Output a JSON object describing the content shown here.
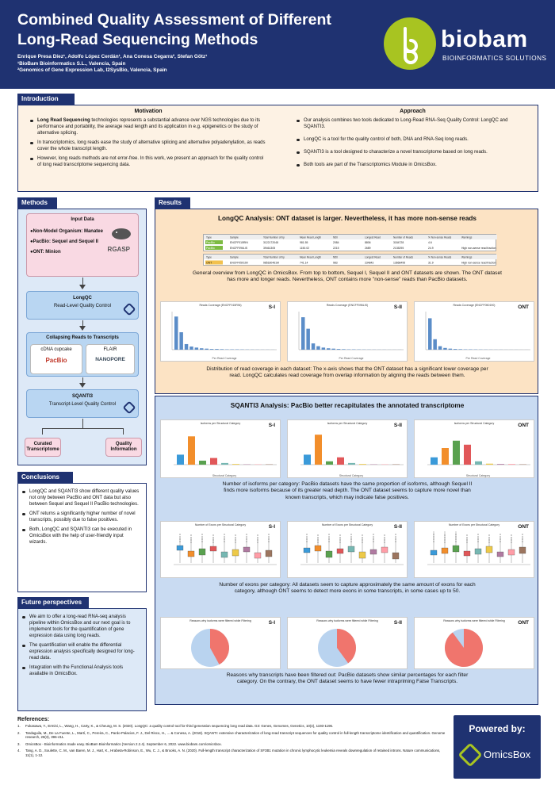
{
  "header": {
    "title_line1": "Combined Quality Assessment of Different",
    "title_line2": "Long-Read Sequencing Methods",
    "authors": "Enrique Presa Díez¹, Adolfo López Cerdán¹, Ana Conesa Cegarra², Stefan Götz¹",
    "affiliation1": "¹BioBam Bioinformatics S.L., Valencia, Spain",
    "affiliation2": "²Genomics of Gene Expression Lab, I2SysBio, Valencia, Spain",
    "logo_word": "biobam",
    "logo_sub": "BIOINFORMATICS SOLUTIONS"
  },
  "introduction": {
    "tab": "Introduction",
    "motivation_title": "Motivation",
    "motivation": [
      {
        "b": "Long Read Sequencing",
        "t": " technologies represents a substantial advance over NGS technologies due to its performance and portability, the average read length and its application in e.g. epigenetics or the study of alternative splicing."
      },
      {
        "b": "",
        "t": "In transcriptomics, long reads ease the study of alternative splicing and alternative polyadenylation, as reads cover the whole transcript length."
      },
      {
        "b": "",
        "t": "However, long reads methods are not error-free. In this work, we present an approach for the quality control of long read transcriptome sequencing data."
      }
    ],
    "approach_title": "Approach",
    "approach": [
      "Our analysis combines two tools dedicated to Long-Read RNA-Seq Quality Control: LongQC and SQANTI3.",
      "LongQC is a tool for the quality control of both, DNA and RNA-Seq long reads.",
      "SQANTI3 is a tool designed to characterize a novel transcriptome based on long reads.",
      "Both tools are part of the Transcriptomics Module in OmicsBox."
    ]
  },
  "methods": {
    "tab": "Methods",
    "input_title": "Input Data",
    "input_items": [
      "●Non-Model Organism: Manatee",
      "●PacBio: Sequel and Sequel II",
      "●ONT: Minion"
    ],
    "rgasp": "RGASP",
    "longqc_title": "LongQC",
    "longqc_sub": "Read-Level Quality Control",
    "collapse_title": "Collapsing Reads to Transcripts",
    "cdna": "cDNA cupcake",
    "pacbio": "PacBio",
    "flair": "FLAIR",
    "nanopore": "NANOPORE",
    "sqanti_title": "SQANTI3",
    "sqanti_sub": "Transcript-Level Quality Control",
    "curated": "Curated Transcriptome",
    "quality": "Quality Information"
  },
  "conclusions": {
    "tab": "Conclusions",
    "items": [
      "LongQC and SQANTI3 show different quality values not only between PacBio and ONT data but also between Sequel and Sequel II PacBio technologies.",
      "ONT returns a significantly higher number of novel transcripts, possibly due to false positives.",
      "Both, LongQC and SQANTI3 can be executed in OmicsBox with the help of user-friendly input wizards."
    ]
  },
  "future": {
    "tab": "Future perspectives",
    "items": [
      "We aim to offer a long-read RNA-seq analysis pipeline within OmicsBox and our next goal is to implement tools for the quantification of gene expression data using long reads.",
      "The quantification will enable the differential expression analysis specifically designed for long-read data.",
      "Integration with the Functional Analysis tools available in OmicsBox."
    ]
  },
  "results": {
    "tab": "Results",
    "longqc_title": "LongQC Analysis: ONT dataset is larger. Nevertheless, it has more non-sense reads",
    "table1_headers": [
      "Type",
      "Sample",
      "Total Number of bp",
      "Mean Read Length",
      "N50",
      "Longest Read",
      "Number of Reads",
      "% Non-sense Reads",
      "Warnings"
    ],
    "table1_rows": [
      [
        "PacBio",
        "ENCFF015RIN",
        "3122172048",
        "981.55",
        "2084",
        "8806",
        "3184728",
        "4.6",
        ""
      ],
      [
        "PacBio",
        "ENCFF096LIS",
        "39461305",
        "1150.02",
        "2215",
        "2689",
        "2135295",
        "24.9",
        "High non-sense read fraction"
      ]
    ],
    "table2_row": [
      "ONT",
      "ENCFF050190",
      "985180461M",
      "741.14",
      "983",
      "234843",
      "13668495",
      "31.9",
      "High non-sense read fraction"
    ],
    "table2_label": "Min",
    "overview_caption": "General overview from LongQC in OmicsBox. From top to bottom, Sequel I, Sequel II and ONT datasets are shown. The ONT dataset has more and longer reads. Nevertheless, ONT contains more \"non-sense\" reads than PacBio datasets.",
    "coverage_charts": [
      {
        "title": "Reads Coverage (ENCFF015RIN)",
        "label": "S-I",
        "xlabel": "Per Read Coverage"
      },
      {
        "title": "Reads Coverage (ENCFF096LIS)",
        "label": "S-II",
        "xlabel": "Per Read Coverage"
      },
      {
        "title": "Reads Coverage (ENCFF050190)",
        "label": "ONT",
        "xlabel": "Per Read Coverage"
      }
    ],
    "coverage_caption": "Distribution of read coverage in each dataset: The x-axis shows that the ONT dataset has a significant lower coverage per read. LongQC calculates read coverage from overlap information by aligning the reads between them.",
    "sqanti_title": "SQANTI3 Analysis: PacBio better recapitulates the annotated transcriptome",
    "isoform_charts": [
      {
        "title": "Isoforms per Structural Category",
        "label": "S-I"
      },
      {
        "title": "Isoforms per Structural Category",
        "label": "S-II"
      },
      {
        "title": "Isoforms per Structural Category",
        "label": "ONT"
      }
    ],
    "isoform_xlabel": "Structural Category",
    "isoform_caption": "Number of isoforms per category: PacBio datasets have the same proportion of isoforms, although Sequel II finds more isoforms because of its greater read depth. The ONT dataset seems to capture more novel than known transcripts, which may indicate false positives.",
    "exon_charts": [
      {
        "title": "Number of Exons per Structural Category",
        "label": "S-I"
      },
      {
        "title": "Number of Exons per Structural Category",
        "label": "S-II"
      },
      {
        "title": "Number of Exons per Structural Category",
        "label": "ONT"
      }
    ],
    "exon_caption": "Number of exons per category: All datasets seem to capture approximately the same amount of exons for each category, although ONT seems to detect more exons in some transcripts, in some cases up to 50.",
    "filter_charts": [
      {
        "title": "Reasons why isoforms were filtered while Filtering",
        "label": "S-I"
      },
      {
        "title": "Reasons why isoforms were filtered while Filtering",
        "label": "S-II"
      },
      {
        "title": "Reasons why isoforms were filtered while Filtering",
        "label": "ONT"
      }
    ],
    "filter_caption": "Reasons why transcripts have been filtered out: PacBio datasets show similar percentages for each filter category. On the contrary, the ONT dataset seems to have fewer intrapriming False Transcripts."
  },
  "references": {
    "title": "References:",
    "items": [
      "Fukasawa, Y., Ermini, L., Wang, H., Carty, K., & Cheung, M. S. (2020). LongQC: a quality control tool for third generation sequencing long read data. G3: Genes, Genomes, Genetics, 10(4), 1193-1196.",
      "Tardaguila, M., De La Fuente, L., Martí, C., Pereira, C., Pardo-Palacios, F. J., Del Risco, H., ... & Conesa, A. (2018). SQANTI: extensive characterization of long-read transcript sequences for quality control in full-length transcriptome identification and quantification. Genome research, 28(3), 396-411.",
      "OmicsBox - Bioinformatics made easy. BioBam Bioinformatics (Version 2.2.4). September 6, 2022. www.biobam.com/omicsbox.",
      "Tang, A. D., Soulette, C. M., van Baren, M. J., Hart, K., Hrabeta-Robinson, E., Wu, C. J., & Brooks, A. N. (2020). Full-length transcript characterization of SF3B1 mutation in chronic lymphocytic leukemia reveals downregulation of retained introns. Nature communications, 11(1), 1-12."
    ]
  },
  "powered": {
    "label": "Powered by:",
    "brand": "OmicsBox"
  },
  "colors": {
    "navy": "#1f3271",
    "lime": "#a8c421",
    "intro_bg": "#fdf2e4",
    "results_peach": "#fce3c4",
    "results_blue": "#c9dbf2"
  }
}
